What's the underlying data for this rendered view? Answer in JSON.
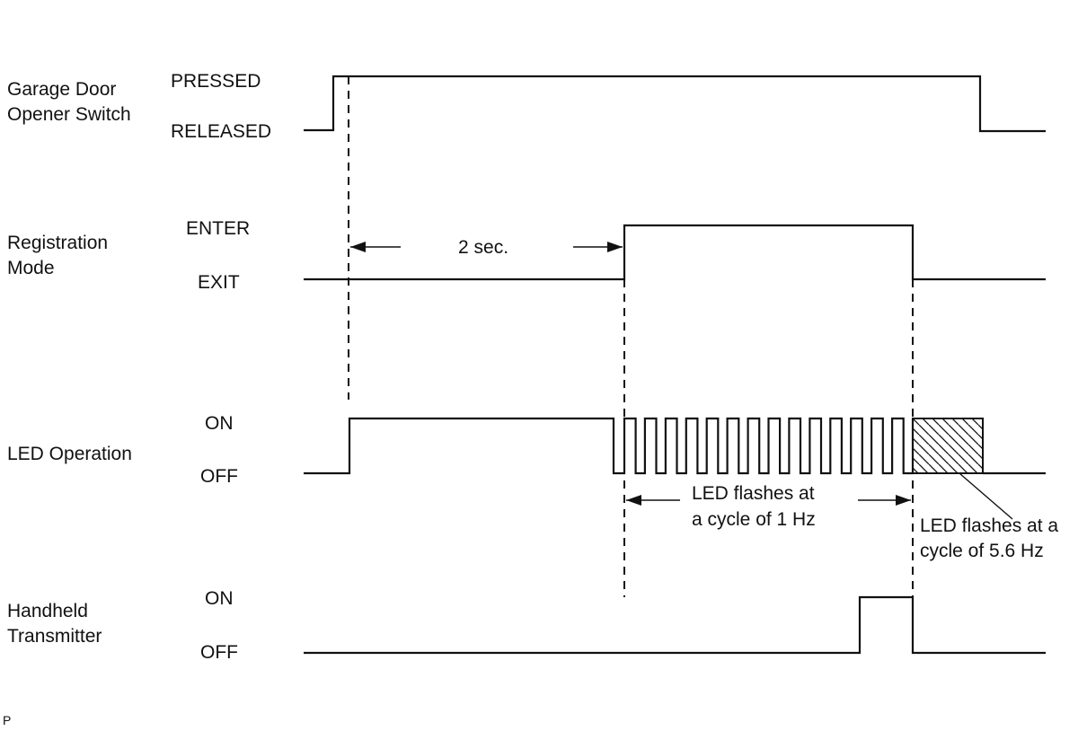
{
  "signals": [
    {
      "name_lines": [
        "Garage Door",
        "Opener Switch"
      ],
      "high_label": "PRESSED",
      "low_label": "RELEASED"
    },
    {
      "name_lines": [
        "Registration",
        "Mode"
      ],
      "high_label": "ENTER",
      "low_label": "EXIT"
    },
    {
      "name_lines": [
        "LED Operation"
      ],
      "high_label": "ON",
      "low_label": "OFF"
    },
    {
      "name_lines": [
        "Handheld",
        "Transmitter"
      ],
      "high_label": "ON",
      "low_label": "OFF"
    }
  ],
  "annotations": {
    "delay": "2 sec.",
    "slow_flash": [
      "LED flashes at",
      "a cycle of 1 Hz"
    ],
    "fast_flash": [
      "LED flashes at a",
      "cycle of 5.6 Hz"
    ]
  },
  "corner_mark": "P",
  "colors": {
    "line": "#111111",
    "background": "#ffffff"
  }
}
